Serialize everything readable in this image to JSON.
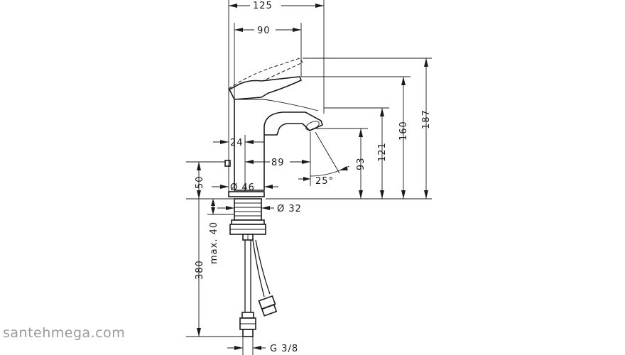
{
  "dimensions": {
    "width_total": "125",
    "width_spout": "90",
    "h187": "187",
    "h160": "160",
    "h121": "121",
    "h93": "93",
    "d24": "24",
    "d89": "89",
    "angle": "25°",
    "h50": "50",
    "dia46": "Ø 46",
    "dia32": "Ø 32",
    "max40": "max. 40",
    "h380": "380",
    "thread": "G 3/8"
  },
  "watermark": "santehmega.com"
}
